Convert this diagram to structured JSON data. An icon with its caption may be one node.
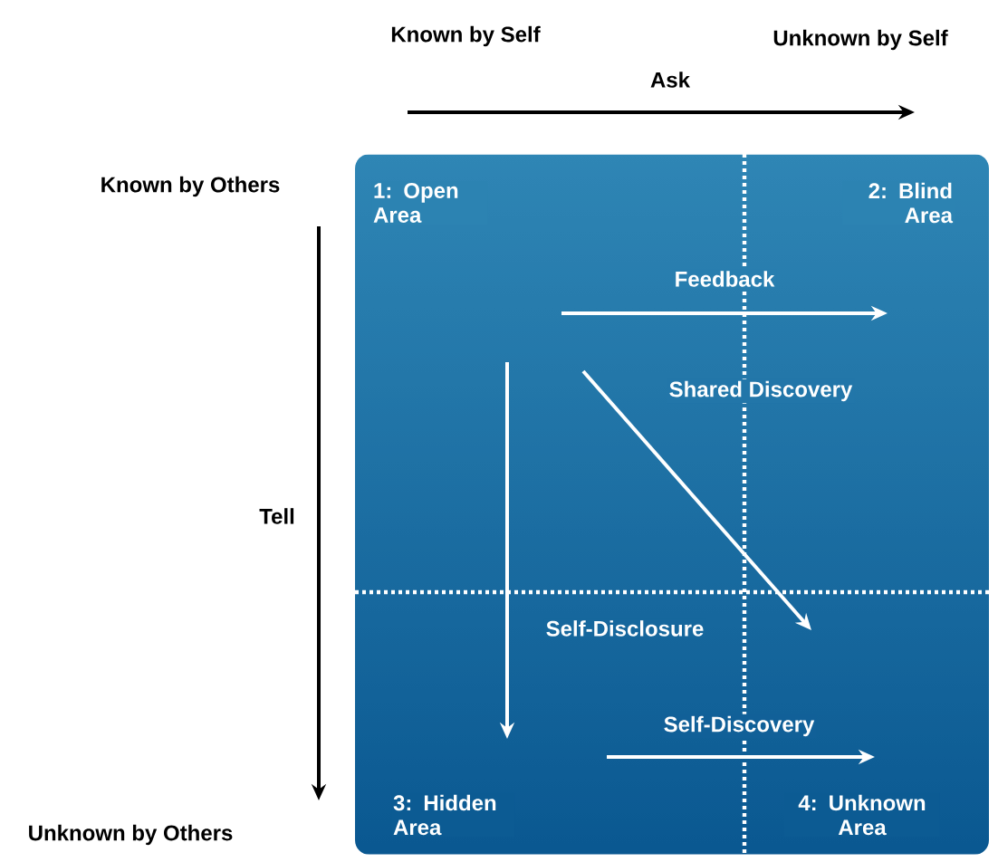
{
  "diagram": {
    "labels": [
      "Known by Self",
      "Unknown by Self",
      "Ask",
      "Known by Others",
      "1: Open Area",
      "2: Blind Area",
      "Feedback",
      "Shared Discovery",
      "Tell",
      "Self-Disclosure",
      "Self-Discovery",
      "3: Hidden Area",
      "Unknown by Others",
      "4: Unknown Area"
    ]
  }
}
